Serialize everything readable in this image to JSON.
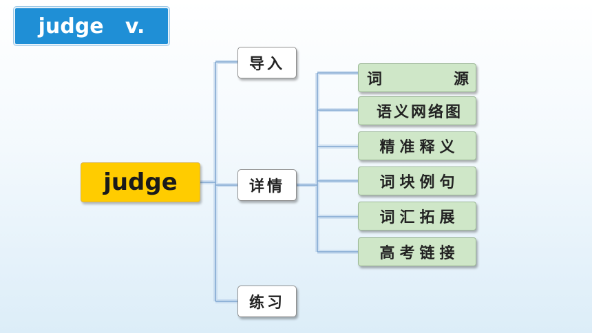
{
  "title": "judge   v.",
  "root": "judge",
  "branches": [
    {
      "label": "导入"
    },
    {
      "label": "详情"
    },
    {
      "label": "练习"
    }
  ],
  "details": [
    {
      "label": "词  源",
      "left": "词",
      "right": "源"
    },
    {
      "label": "语义网络图"
    },
    {
      "label": "精准释义"
    },
    {
      "label": "词块例句"
    },
    {
      "label": "词汇拓展"
    },
    {
      "label": "高考链接"
    }
  ],
  "colors": {
    "title_bg": "#1f8fd6",
    "root_bg": "#ffcc00",
    "leaf_bg": "#cfe7c8",
    "connector": "#8fb4d8"
  }
}
